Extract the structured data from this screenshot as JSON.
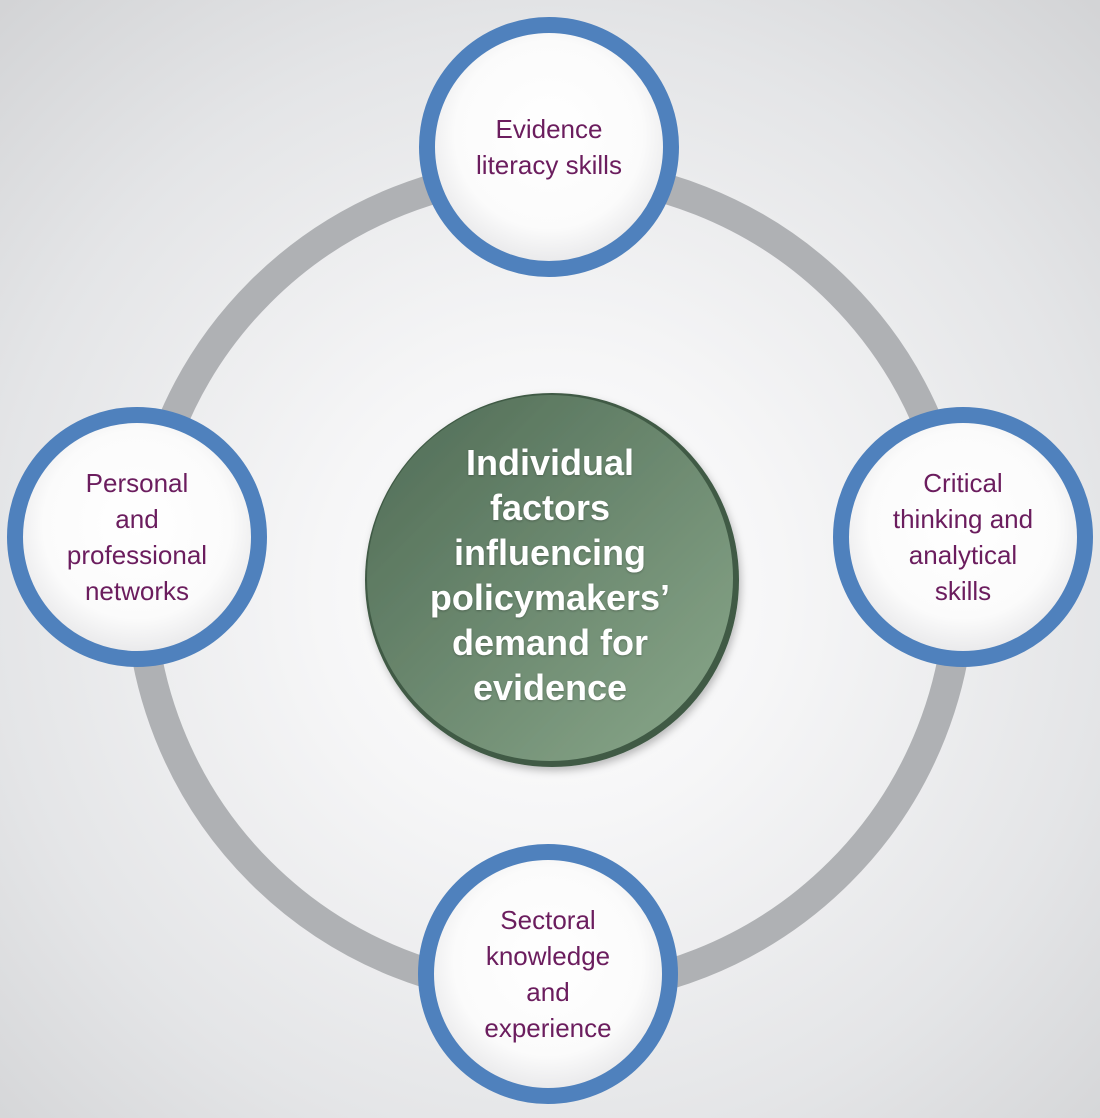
{
  "diagram": {
    "center": {
      "label": "Individual\nfactors\ninfluencing\npolicymakers’\ndemand for\nevidence"
    },
    "nodes": [
      {
        "id": "top",
        "label": "Evidence\nliteracy skills"
      },
      {
        "id": "right",
        "label": "Critical\nthinking and\nanalytical\nskills"
      },
      {
        "id": "bottom",
        "label": "Sectoral\nknowledge\nand\nexperience"
      },
      {
        "id": "left",
        "label": "Personal\nand\nprofessional\nnetworks"
      }
    ],
    "colors": {
      "ring": "#afb1b4",
      "node_border": "#4f81bd",
      "node_text": "#6b1d5e",
      "center_fill_dark": "#54705a",
      "center_fill_light": "#86a487",
      "center_text": "#ffffff"
    }
  }
}
